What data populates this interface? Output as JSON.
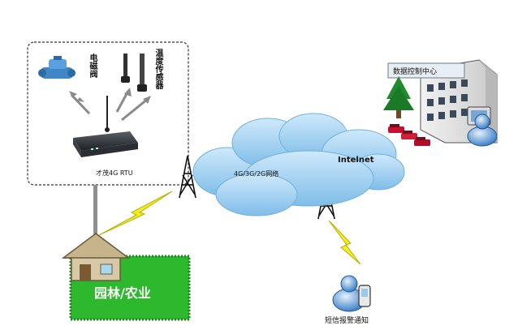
{
  "device_box": {
    "valve_label": "电磁阀",
    "sensor_label": "温度传感器",
    "rtu_label": "才茂4G RTU"
  },
  "site": {
    "label": "园林/农业"
  },
  "network": {
    "cloud_label": "4G/3G/2G网络",
    "internet_label": "Intelnet"
  },
  "center": {
    "label": "数据控制中心"
  },
  "sms": {
    "label": "短信报警通知"
  }
}
